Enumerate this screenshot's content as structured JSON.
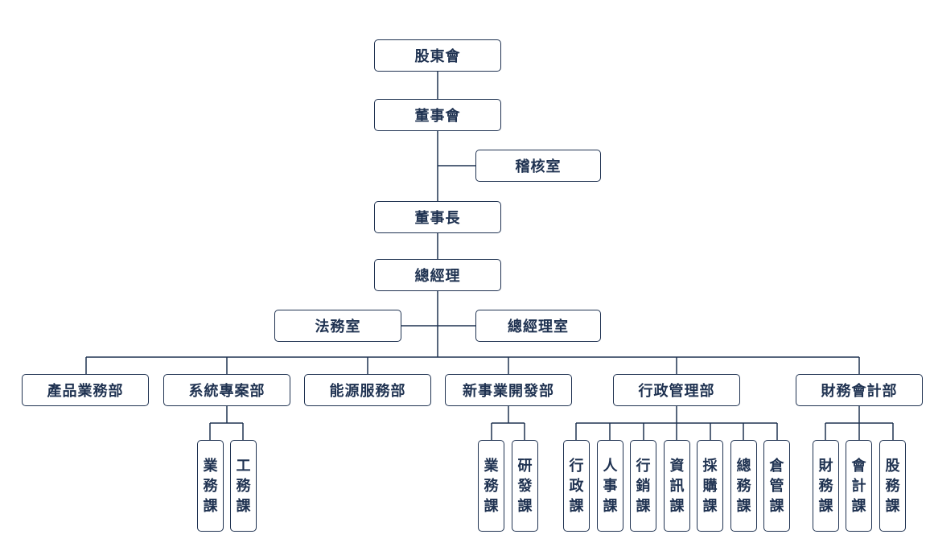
{
  "org": {
    "shareholders": "股東會",
    "board": "董事會",
    "audit": "稽核室",
    "chairman": "董事長",
    "gm": "總經理",
    "legal": "法務室",
    "gm_office": "總經理室",
    "departments": [
      {
        "label": "產品業務部",
        "sections": []
      },
      {
        "label": "系統專案部",
        "sections": [
          "業務課",
          "工務課"
        ]
      },
      {
        "label": "能源服務部",
        "sections": []
      },
      {
        "label": "新事業開發部",
        "sections": [
          "業務課",
          "研發課"
        ]
      },
      {
        "label": "行政管理部",
        "sections": [
          "行政課",
          "人事課",
          "行銷課",
          "資訊課",
          "採購課",
          "總務課",
          "倉管課"
        ]
      },
      {
        "label": "財務會計部",
        "sections": [
          "財務課",
          "會計課",
          "股務課"
        ]
      }
    ]
  },
  "colors": {
    "line": "#1f3251",
    "text": "#1f3251"
  }
}
